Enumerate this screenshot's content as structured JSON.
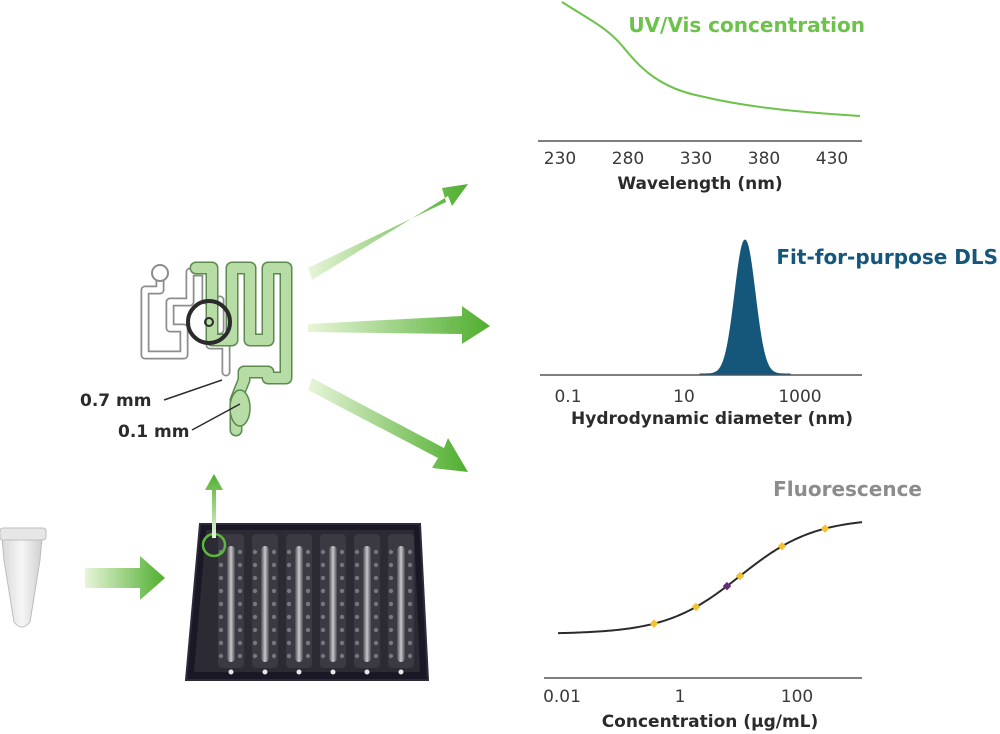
{
  "colors": {
    "uv": "#6cc24a",
    "dls": "#15577a",
    "fluorescence": "#8c8c8c",
    "arrow_green": "#5cb83c",
    "marker_yellow": "#f2c230",
    "marker_purple": "#6a2c7a",
    "plate": "#1b1826"
  },
  "chip": {
    "dim_channel": "0.7 mm",
    "dim_gap": "0.1 mm"
  },
  "uv_chart": {
    "title": "UV/Vis concentration",
    "xlabel": "Wavelength (nm)",
    "ticks": [
      "230",
      "280",
      "330",
      "380",
      "430"
    ]
  },
  "dls_chart": {
    "title": "Fit-for-purpose DLS",
    "xlabel": "Hydrodynamic diameter (nm)",
    "ticks": [
      "0.1",
      "10",
      "1000"
    ]
  },
  "fl_chart": {
    "title": "Fluorescence",
    "xlabel": "Concentration (µg/mL)",
    "ticks": [
      "0.01",
      "1",
      "100"
    ]
  }
}
